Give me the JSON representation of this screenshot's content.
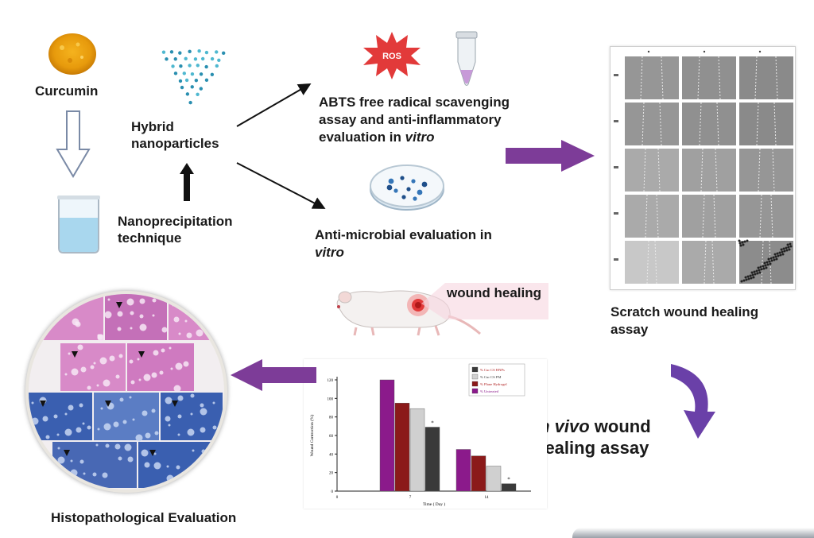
{
  "labels": {
    "curcumin": "Curcumin",
    "hybrid": [
      "Hybrid",
      "nanoparticles"
    ],
    "nanoprecipitation": [
      "Nanoprecipitation",
      "technique"
    ],
    "abts": [
      "ABTS free radical scavenging",
      "assay and anti-inflammatory",
      "evaluation in "
    ],
    "abts_italic": "vitro",
    "ros": "ROS",
    "antimicrobial": [
      "Anti-microbial evaluation in"
    ],
    "antimicrobial_italic": "vitro",
    "wound_healing": "wound healing",
    "scratch": [
      "Scratch wound  healing",
      "assay"
    ],
    "invivo_italic": "in vivo",
    "invivo_rest": " wound",
    "invivo_line2": "healing assay",
    "histo": "Histopathological Evaluation"
  },
  "icons": [
    "curcumin-powder-icon",
    "beaker-icon",
    "nanoparticle-dots-icon",
    "ros-burst-icon",
    "tube-icon",
    "petri-dish-icon",
    "rat-icon"
  ],
  "colors": {
    "purple_arrow": "#7d3c98",
    "he_stain": "#d88ac8",
    "masson_stain": "#3a5fb0"
  },
  "chart_data": {
    "type": "bar",
    "ylabel": "Wound Contraction (%)",
    "xlabel": "Time ( Day )",
    "categories": [
      "7",
      "14"
    ],
    "ylim": [
      0,
      120
    ],
    "yticks": [
      "0",
      "20",
      "40",
      "60",
      "80",
      "100",
      "120"
    ],
    "legend_position": "top-right",
    "series": [
      {
        "name": "% Cur CS HNPs",
        "values": [
          null,
          null
        ],
        "color": "#3a3a3a"
      },
      {
        "name": "% Cur CS PM",
        "values": [
          89,
          27
        ],
        "color": "#d0d0d0"
      },
      {
        "name": "% Plane Hydrogel",
        "values": [
          95,
          38
        ],
        "color": "#8b1a1a"
      },
      {
        "name": "% Untreated",
        "values": [
          120,
          45
        ],
        "color": "#8b1a8b"
      }
    ],
    "bar_order": [
      {
        "series": "% Untreated",
        "values": [
          120,
          45
        ]
      },
      {
        "series": "% Plane Hydrogel",
        "values": [
          95,
          38
        ]
      },
      {
        "series": "% Cur CS PM",
        "values": [
          89,
          27
        ]
      },
      {
        "series": "% Cur CS HNPs",
        "values": [
          69,
          8
        ]
      }
    ],
    "annotations": [
      "*",
      "*"
    ]
  }
}
